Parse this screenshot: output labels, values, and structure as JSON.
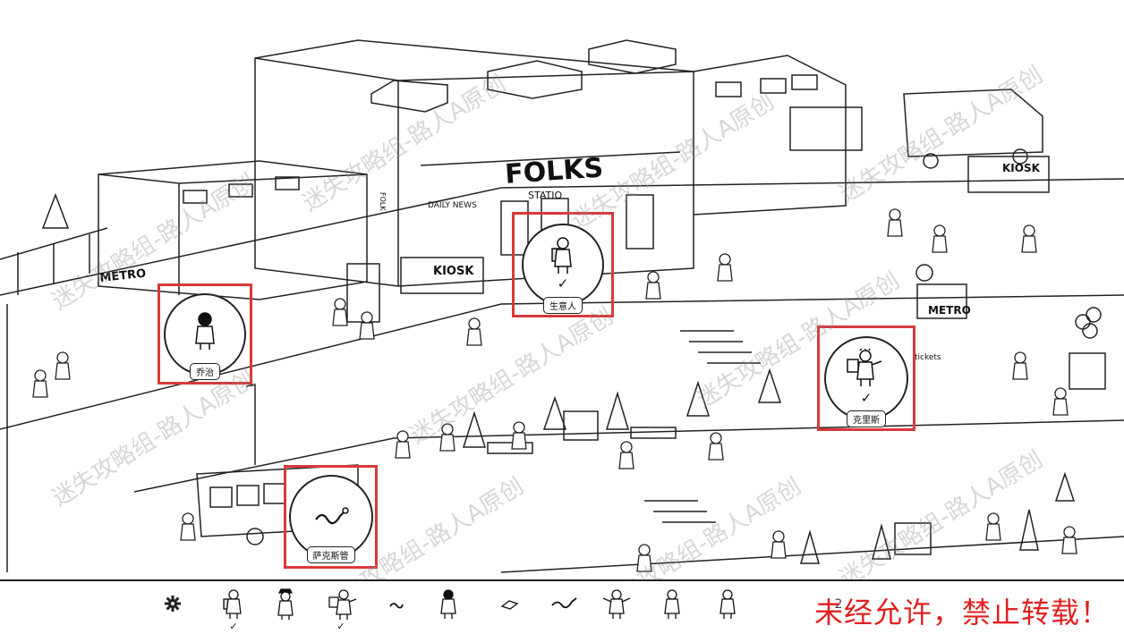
{
  "hints": [
    {
      "label": "乔治",
      "found": false,
      "icon": "person-icon"
    },
    {
      "label": "生意人",
      "found": true,
      "icon": "backpack-person-icon"
    },
    {
      "label": "克里斯",
      "found": true,
      "icon": "reading-person-icon"
    },
    {
      "label": "萨克斯管",
      "found": false,
      "icon": "saxophone-icon"
    }
  ],
  "scene_signs": {
    "station": "FOLKS",
    "station_sub": "STATIO",
    "kiosk_left": "KIOSK",
    "kiosk_right": "KIOSK",
    "metro_left": "METRO",
    "metro_right": "METRO",
    "daily_news": "DAILY NEWS",
    "tickets": "tickets",
    "folk": "FOLK"
  },
  "toolbar": {
    "settings_icon": "gear-icon",
    "items": [
      {
        "icon": "backpack-person-icon",
        "found": true
      },
      {
        "icon": "hat-person-icon",
        "found": false
      },
      {
        "icon": "reading-person-icon",
        "found": true
      },
      {
        "icon": "worm-icon",
        "found": false
      },
      {
        "icon": "person-icon",
        "found": false
      },
      {
        "icon": "eraser-icon",
        "found": false
      },
      {
        "icon": "saxophone-icon",
        "found": false
      },
      {
        "icon": "arms-open-person-icon",
        "found": false
      },
      {
        "icon": "person-icon",
        "found": false
      },
      {
        "icon": "cat-person-icon",
        "found": false
      }
    ],
    "counter": "2"
  },
  "notice": "未经允许，禁止转载！",
  "watermark": "迷失攻略组-路人A原创",
  "check_mark": "✓",
  "colors": {
    "hint_border": "#d83a3a",
    "notice": "#e02020"
  }
}
